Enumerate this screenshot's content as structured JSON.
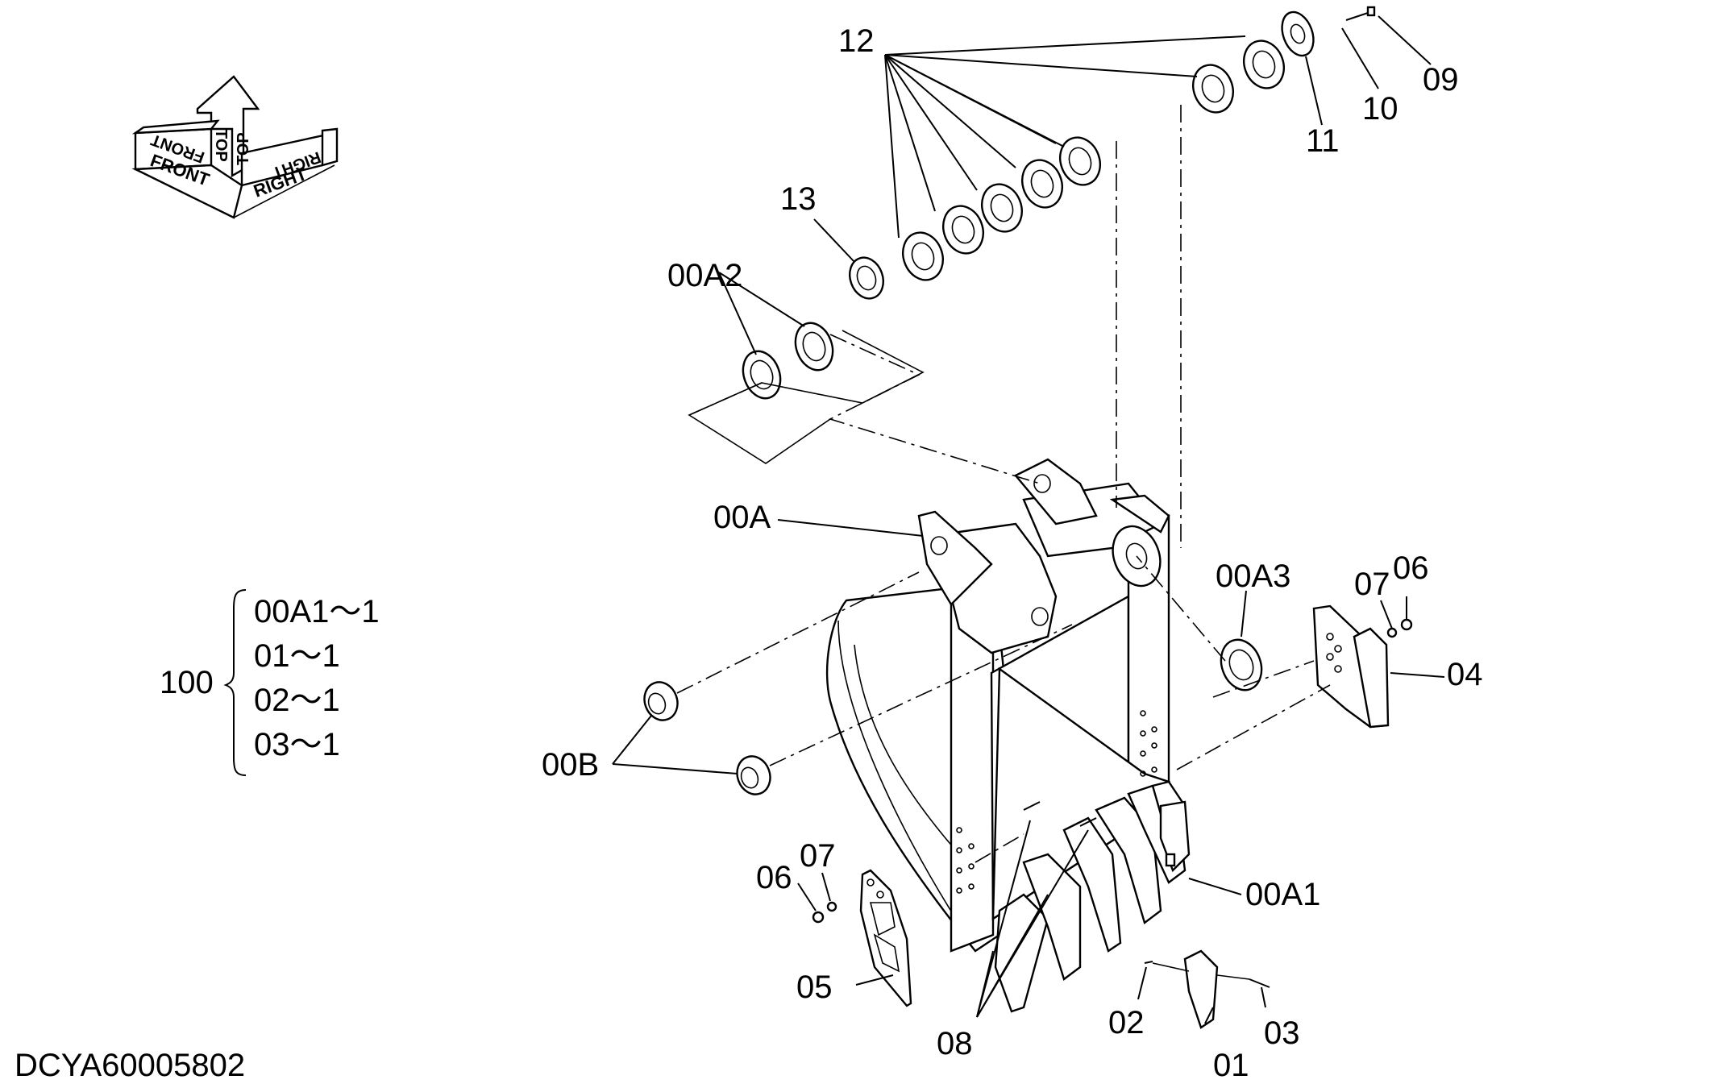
{
  "drawing_id": "DCYA60005802",
  "orientation": {
    "front": "FRONT",
    "top": "TOP",
    "right": "RIGHT"
  },
  "callouts": {
    "c00A": "00A",
    "c00A1": "00A1",
    "c00A2": "00A2",
    "c00A3": "00A3",
    "c00B": "00B",
    "c01": "01",
    "c02": "02",
    "c03": "03",
    "c04": "04",
    "c05": "05",
    "c06a": "06",
    "c06b": "06",
    "c07a": "07",
    "c07b": "07",
    "c08": "08",
    "c09": "09",
    "c10": "10",
    "c11": "11",
    "c12": "12",
    "c13": "13"
  },
  "kit": {
    "id": "100",
    "items": [
      "00A1～1",
      "01～1",
      "02～1",
      "03～1"
    ]
  }
}
